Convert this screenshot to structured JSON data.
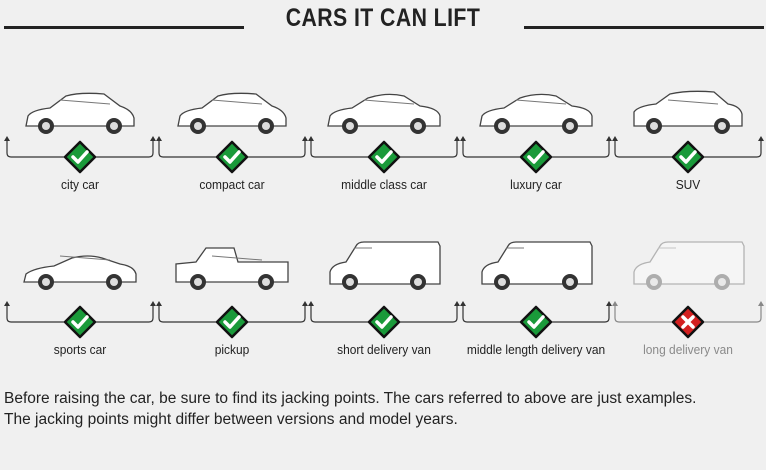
{
  "title": "CARS IT CAN LIFT",
  "colors": {
    "ok": "#1a9a3a",
    "no": "#d42020",
    "line": "#333333"
  },
  "rows": [
    [
      {
        "label": "city car",
        "status": "ok",
        "shape": "hatch"
      },
      {
        "label": "compact car",
        "status": "ok",
        "shape": "hatch"
      },
      {
        "label": "middle class car",
        "status": "ok",
        "shape": "sedan"
      },
      {
        "label": "luxury car",
        "status": "ok",
        "shape": "sedan"
      },
      {
        "label": "SUV",
        "status": "ok",
        "shape": "suv"
      }
    ],
    [
      {
        "label": "sports car",
        "status": "ok",
        "shape": "sport"
      },
      {
        "label": "pickup",
        "status": "ok",
        "shape": "pickup"
      },
      {
        "label": "short delivery van",
        "status": "ok",
        "shape": "van"
      },
      {
        "label": "middle length delivery van",
        "status": "ok",
        "shape": "van"
      },
      {
        "label": "long delivery van",
        "status": "no",
        "shape": "van"
      }
    ]
  ],
  "note": [
    "Before raising the car, be sure to find its jacking points. The cars referred to above are just examples.",
    "The jacking points might differ between versions and model years."
  ]
}
